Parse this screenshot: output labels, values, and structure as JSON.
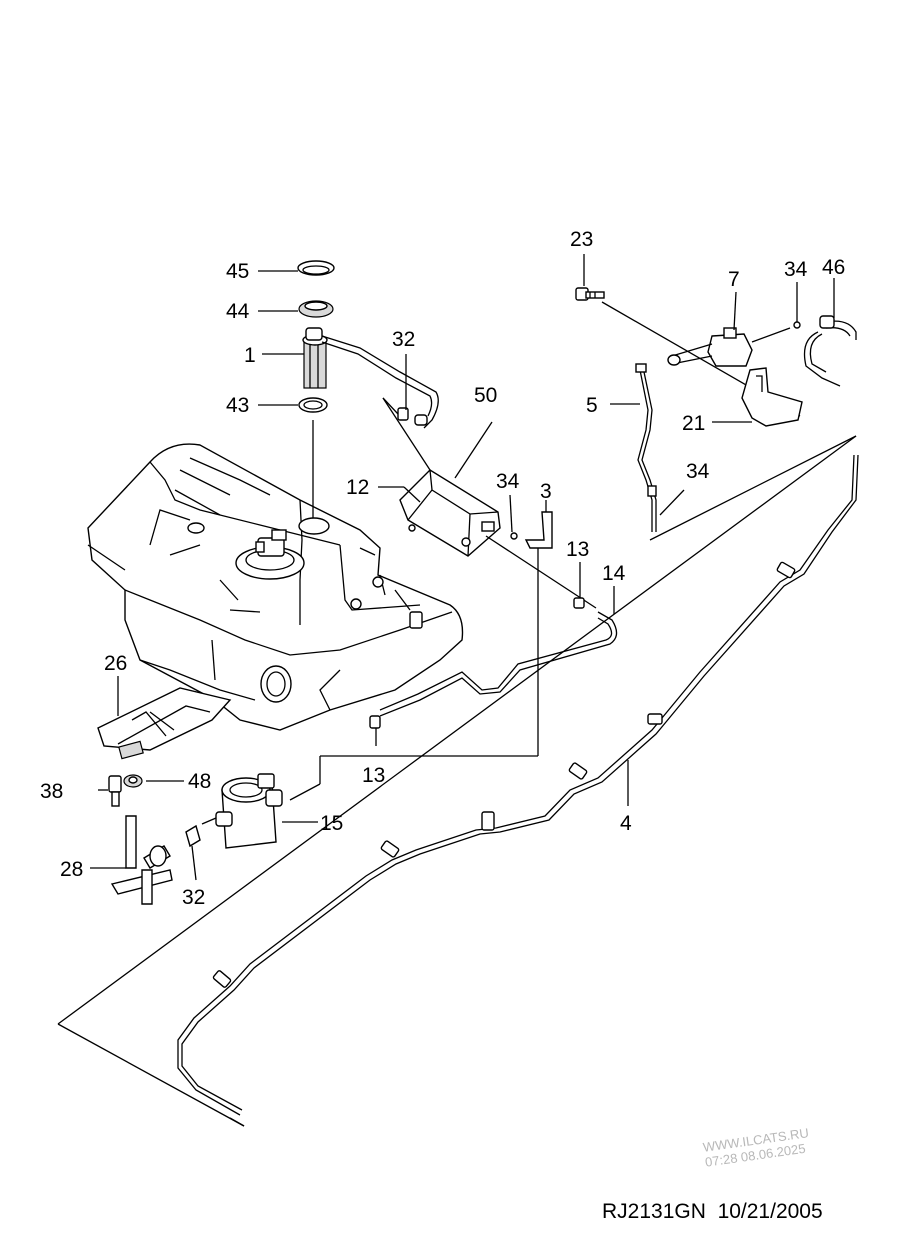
{
  "drawing_code": "RJ2131GN",
  "drawing_date": "10/21/2005",
  "watermark": {
    "site": "WWW.ILCATS.RU",
    "stamp": "07:28 08.06.2025"
  },
  "callouts": {
    "p1": "1",
    "p3": "3",
    "p4": "4",
    "p5": "5",
    "p7": "7",
    "p12": "12",
    "p13a": "13",
    "p13b": "13",
    "p14": "14",
    "p15": "15",
    "p21": "21",
    "p23": "23",
    "p26": "26",
    "p28": "28",
    "p32a": "32",
    "p32b": "32",
    "p34a": "34",
    "p34b": "34",
    "p34c": "34",
    "p38": "38",
    "p43": "43",
    "p44": "44",
    "p45": "45",
    "p46": "46",
    "p48": "48",
    "p50": "50"
  }
}
